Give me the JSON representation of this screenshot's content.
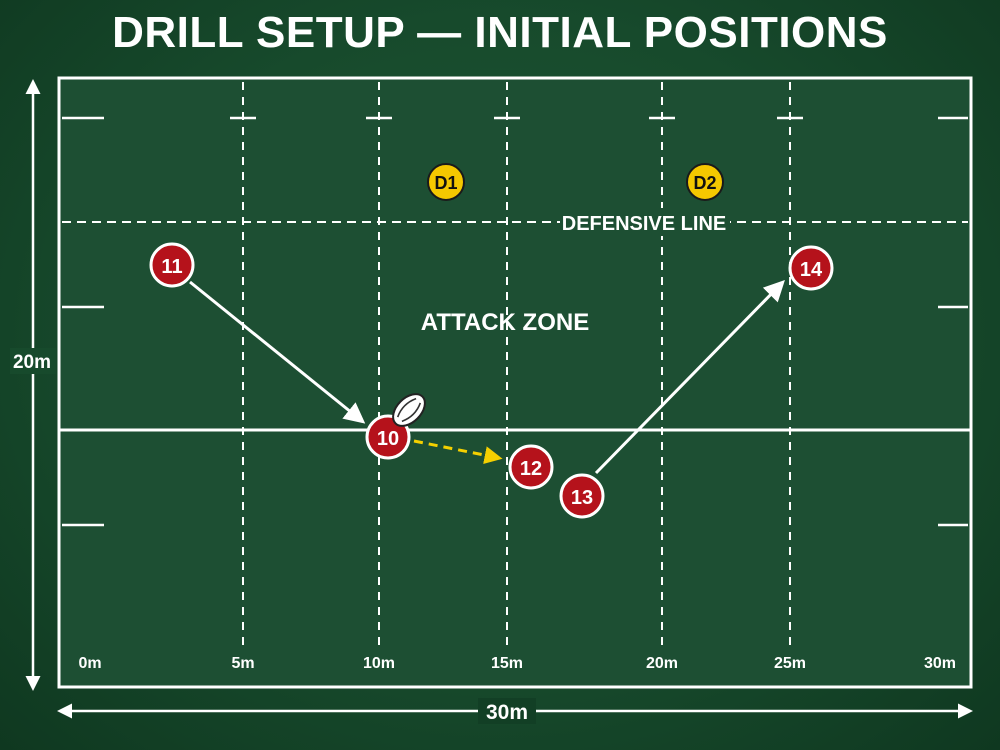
{
  "diagram": {
    "title": "DRILL SETUP — INITIAL POSITIONS",
    "width_dimension_label": "30m",
    "height_dimension_label": "20m",
    "zone_labels": {
      "defensive_line": "DEFENSIVE LINE",
      "attack_zone": "ATTACK ZONE"
    },
    "distance_markers": [
      "0m",
      "5m",
      "10m",
      "15m",
      "20m",
      "25m",
      "30m"
    ],
    "defenders": [
      {
        "id": "d1",
        "label": "D1"
      },
      {
        "id": "d2",
        "label": "D2"
      }
    ],
    "attackers": [
      {
        "id": "p11",
        "label": "11"
      },
      {
        "id": "p10",
        "label": "10",
        "has_ball": true
      },
      {
        "id": "p12",
        "label": "12"
      },
      {
        "id": "p13",
        "label": "13"
      },
      {
        "id": "p14",
        "label": "14"
      }
    ],
    "movements": [
      {
        "from": "11",
        "to": "10",
        "type": "run"
      },
      {
        "from": "10",
        "to": "12",
        "type": "pass"
      },
      {
        "from": "13",
        "to": "14",
        "type": "run"
      }
    ],
    "colors": {
      "pitch": "#1d4f33",
      "lines": "#ffffff",
      "attacker_fill": "#b5121b",
      "defender_fill": "#f5c800",
      "pass_arrow": "#f5d000"
    }
  }
}
